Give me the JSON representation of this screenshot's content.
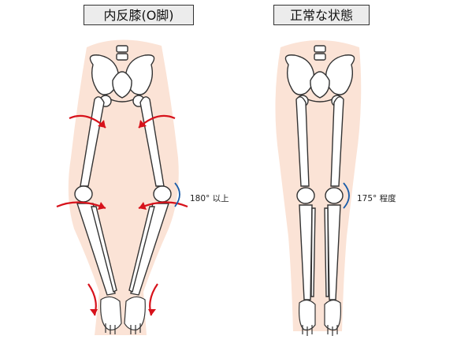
{
  "titles": {
    "left": "内反膝(O脚)",
    "right": "正常な状態"
  },
  "angles": {
    "left": "180° 以上",
    "right": "175° 程度"
  },
  "colors": {
    "skin": "#fbe3d6",
    "bone_fill": "#ffffff",
    "bone_stroke": "#333333",
    "arrow": "#d7121b",
    "angle_arc": "#1a5ca8",
    "title_bg": "#ececec"
  }
}
